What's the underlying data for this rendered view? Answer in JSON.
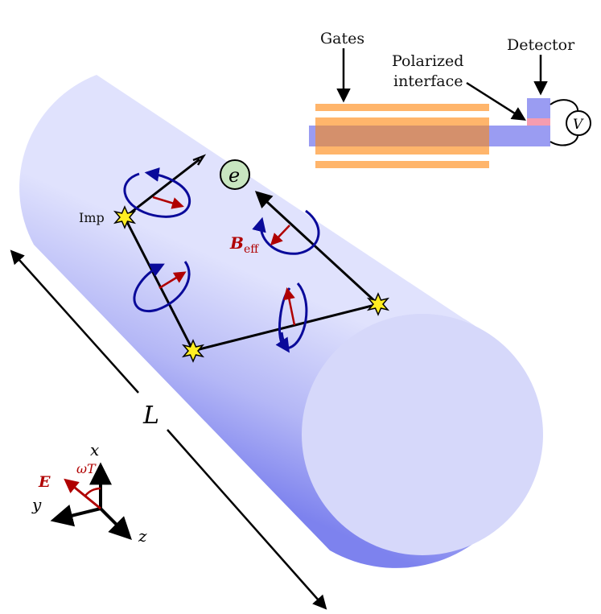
{
  "labels": {
    "gates": "Gates",
    "detector": "Detector",
    "polarized_line1": "Polarized",
    "polarized_line2": "interface",
    "voltmeter": "V",
    "electron": "e",
    "impurity": "Imp",
    "b_field_main": "B",
    "b_field_sub": "eff",
    "length": "L",
    "axis_x": "x",
    "axis_y": "y",
    "axis_z": "z",
    "e_field": "E",
    "angle": "ωT"
  },
  "colors": {
    "cylinder_light": "#d8dafc",
    "cylinder_dark": "#8a8ff0",
    "cylinder_end": "#d6d8fa",
    "gate_orange": "#ffb56b",
    "gate_overlap": "#d4906c",
    "wire_blue": "#9a9cf2",
    "interface_pink": "#f59cb0",
    "spin_blue": "#0a0a9a",
    "spin_red": "#b00000",
    "star_yellow": "#ffee22",
    "electron_green": "#c8e6c0"
  },
  "icons": {
    "impurity": "star-icon",
    "electron": "circle-icon",
    "voltmeter": "voltmeter-icon"
  }
}
